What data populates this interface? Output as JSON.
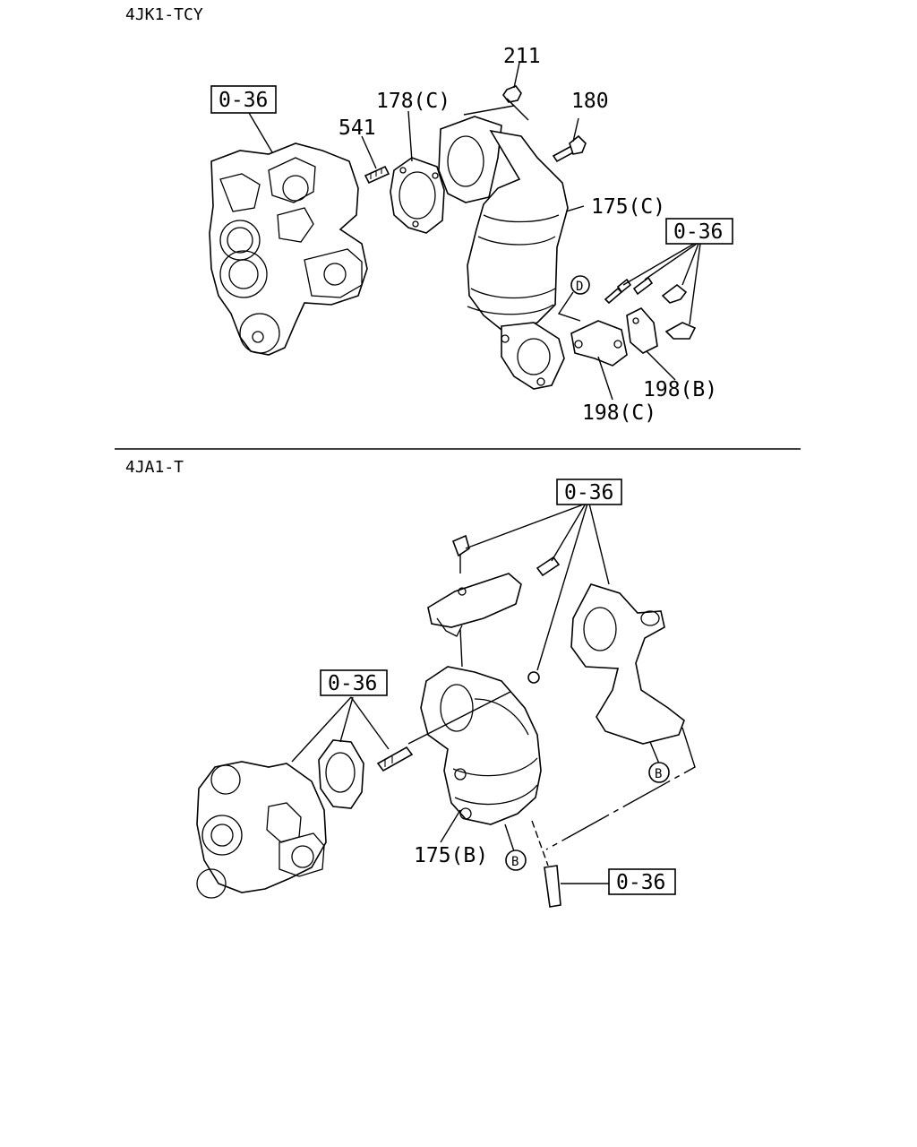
{
  "sections": [
    {
      "engine": "4JK1-TCY",
      "labels": {
        "ref_main": "0-36",
        "ref_bolts": "0-36",
        "p211": "211",
        "p178c": "178(C)",
        "p541": "541",
        "p180": "180",
        "p175c": "175(C)",
        "p198b": "198(B)",
        "p198c": "198(C)",
        "circ_d": "D"
      }
    },
    {
      "engine": "4JA1-T",
      "labels": {
        "ref_top": "0-36",
        "ref_left": "0-36",
        "ref_bottom": "0-36",
        "p175b": "175(B)",
        "circ_b1": "B",
        "circ_b2": "B"
      }
    }
  ]
}
